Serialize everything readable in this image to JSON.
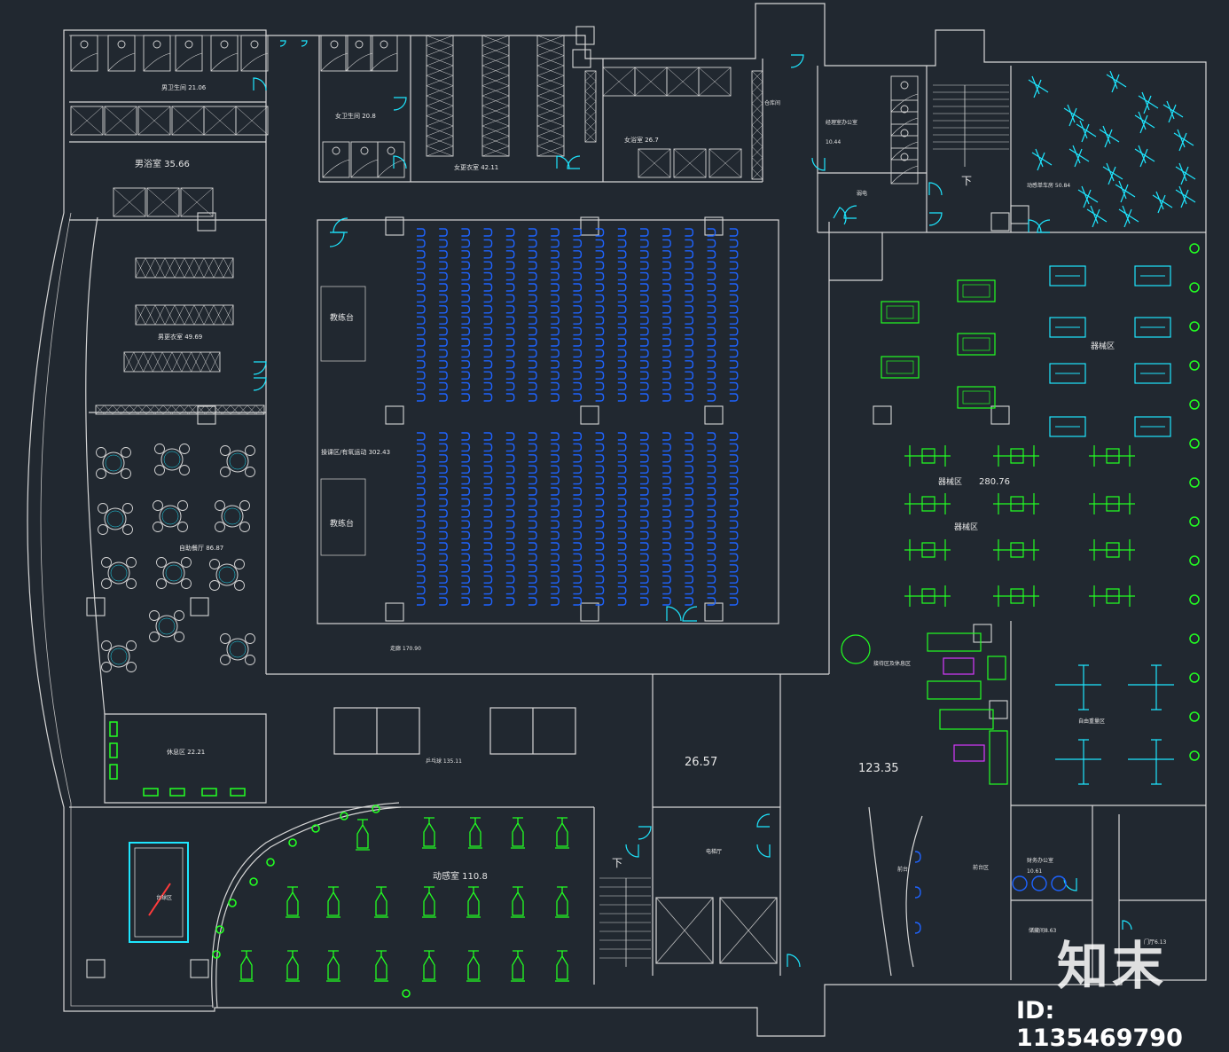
{
  "rooms": {
    "toilet_m": "男卫生间  21.06",
    "shower_m": "男浴室   35.66",
    "locker_m": "男更衣室  49.69",
    "toilet_f": "女卫生间  20.8",
    "locker_f": "女更衣室  42.11",
    "shower_f": "女浴室  26.7",
    "storage": "仓库间",
    "office": "经理室办公室",
    "office_area": "10.44",
    "weak_elec": "弱电",
    "dance": "动感单车房  50.84",
    "coach1": "教练台",
    "coach2": "教练台",
    "aerobics": "操课区/有氧运动  302.43",
    "equip_a": "器械区",
    "equip_b": "器械区",
    "equip_c": "器械区",
    "equip_area": "280.76",
    "cafe": "自助餐厅  86.87",
    "lounge": "休息区  22.21",
    "corridor": "走廊  170.90",
    "pingpong": "乒乓球  135.11",
    "spin": "动感室  110.8",
    "billiards": "台球区",
    "hall_num": "26.57",
    "lobby_num": "123.35",
    "rest_area": "接待区及休息区",
    "free_weights": "自由重量区",
    "elev": "电梯厅",
    "reception": "前台",
    "reception2": "前台区",
    "manager": "财务办公室",
    "manager_area": "10.61",
    "store": "储藏间8.63",
    "stair_down1": "下",
    "stair_down2": "下",
    "vestibule": "门厅6.13"
  },
  "watermark": {
    "brand": "知末",
    "id": "ID: 1135469790"
  },
  "colors": {
    "background": "#212830",
    "wall": "#d6d6d6",
    "seat": "#1e63ff",
    "door": "#1ee6ff",
    "equipment": "#22ff22"
  }
}
